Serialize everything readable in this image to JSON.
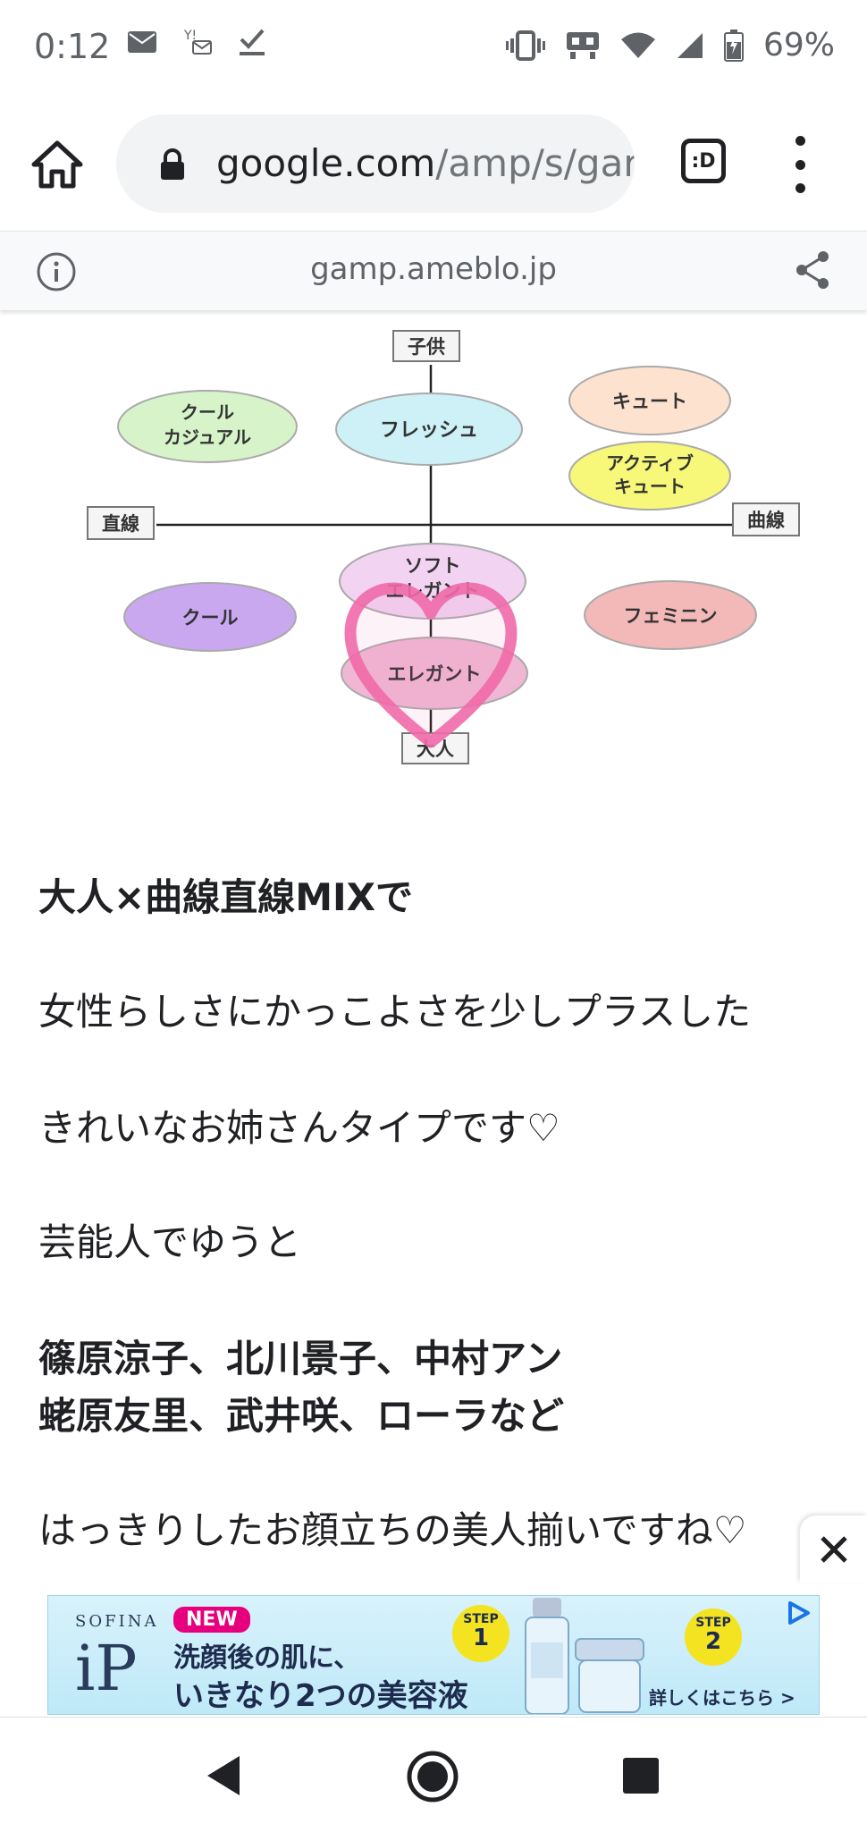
{
  "status": {
    "time": "0:12",
    "battery": "69%",
    "left_icons": [
      "mail-au-icon",
      "yahoo-mail-icon",
      "check-download-icon"
    ],
    "right_icons": [
      "vibrate-icon",
      "network-icon",
      "wifi-icon",
      "signal-icon",
      "battery-icon"
    ]
  },
  "browser": {
    "url_host": "google.com",
    "url_path": "/amp/s/gar",
    "tab_label": ":D"
  },
  "amp": {
    "domain": "gamp.ameblo.jp"
  },
  "diagram": {
    "axis_top": "子供",
    "axis_bottom": "大人",
    "axis_left": "直線",
    "axis_right": "曲線",
    "labels": {
      "cool_casual_1": "クール",
      "cool_casual_2": "カジュアル",
      "fresh": "フレッシュ",
      "cute": "キュート",
      "active_cute_1": "アクティブ",
      "active_cute_2": "キュート",
      "soft_elegant_1": "ソフト",
      "soft_elegant_2": "エレガント",
      "cool": "クール",
      "feminine": "フェミニン",
      "elegant": "エレガント"
    },
    "colors": {
      "cool_casual": "#d7f3c9",
      "fresh": "#cdf1f7",
      "cute": "#fde3cf",
      "active_cute": "#f7f77a",
      "soft_elegant": "#f2d3f1",
      "cool": "#c9a8ef",
      "feminine": "#f3b8b8",
      "elegant": "#f0b7d4",
      "heart": "#f06aa8"
    }
  },
  "article": {
    "p1": "大人×曲線直線MIXで",
    "p2": "女性らしさにかっこよさを少しプラスした",
    "p3": "きれいなお姉さんタイプです♡",
    "p4": "芸能人でゆうと",
    "p5a": "篠原涼子、北川景子、中村アン",
    "p5b": "蛯原友里、武井咲、ローラなど",
    "p6": "はっきりしたお顔立ちの美人揃いですね♡"
  },
  "ad": {
    "brand": "SOFINA",
    "logo": "iP",
    "badge": "NEW",
    "line1": "洗顔後の肌に、",
    "line2": "いきなり2つの美容液",
    "step1_label": "STEP",
    "step1_num": "1",
    "step2_label": "STEP",
    "step2_num": "2",
    "more": "詳しくはこちら >"
  }
}
